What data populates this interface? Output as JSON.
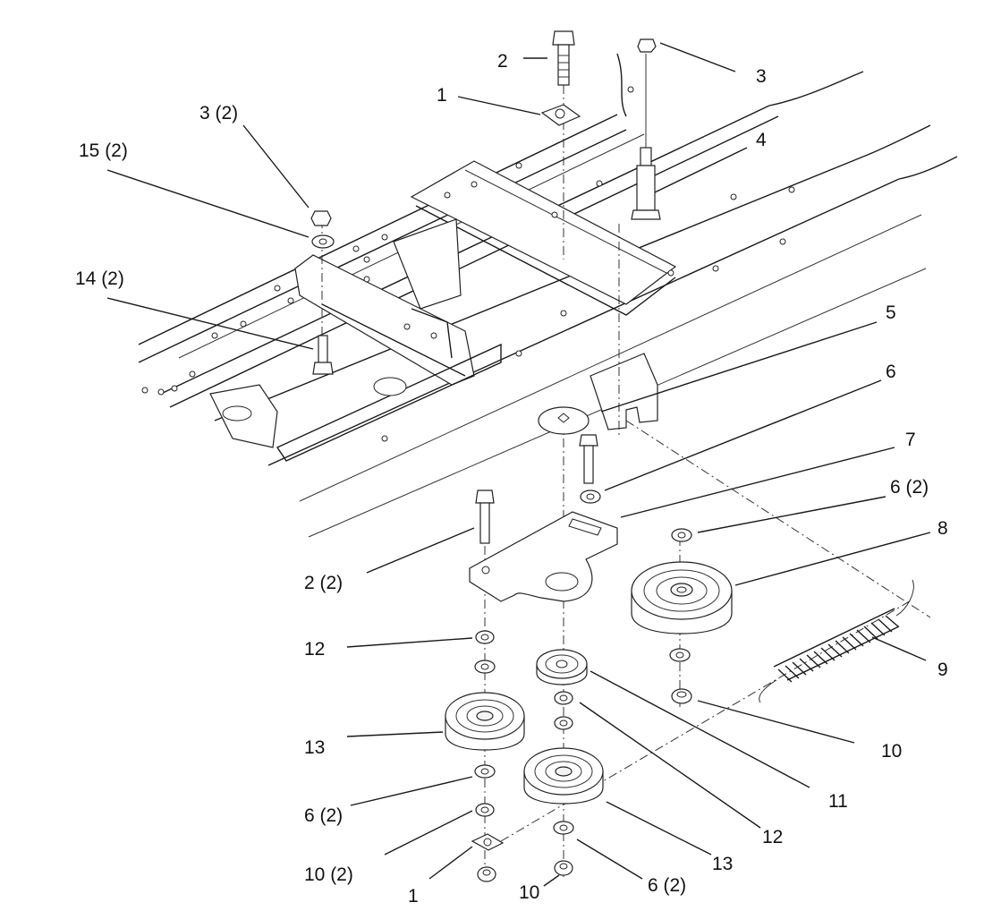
{
  "diagram": {
    "callouts": [
      {
        "id": "c-2-top",
        "text": "2"
      },
      {
        "id": "c-3-top",
        "text": "3"
      },
      {
        "id": "c-1-top",
        "text": "1"
      },
      {
        "id": "c-3-2",
        "text": "3 (2)"
      },
      {
        "id": "c-4",
        "text": "4"
      },
      {
        "id": "c-15-2",
        "text": "15 (2)"
      },
      {
        "id": "c-14-2",
        "text": "14 (2)"
      },
      {
        "id": "c-5",
        "text": "5"
      },
      {
        "id": "c-6",
        "text": "6"
      },
      {
        "id": "c-7",
        "text": "7"
      },
      {
        "id": "c-6-2-right",
        "text": "6 (2)"
      },
      {
        "id": "c-8",
        "text": "8"
      },
      {
        "id": "c-2-2",
        "text": "2 (2)"
      },
      {
        "id": "c-9",
        "text": "9"
      },
      {
        "id": "c-12-left",
        "text": "12"
      },
      {
        "id": "c-13-left",
        "text": "13"
      },
      {
        "id": "c-10-right",
        "text": "10"
      },
      {
        "id": "c-11",
        "text": "11"
      },
      {
        "id": "c-6-2-left",
        "text": "6 (2)"
      },
      {
        "id": "c-12-right",
        "text": "12"
      },
      {
        "id": "c-10-2",
        "text": "10 (2)"
      },
      {
        "id": "c-13-right",
        "text": "13"
      },
      {
        "id": "c-1-bottom",
        "text": "1"
      },
      {
        "id": "c-10-bottom",
        "text": "10"
      },
      {
        "id": "c-6-2-bottom",
        "text": "6 (2)"
      }
    ]
  }
}
